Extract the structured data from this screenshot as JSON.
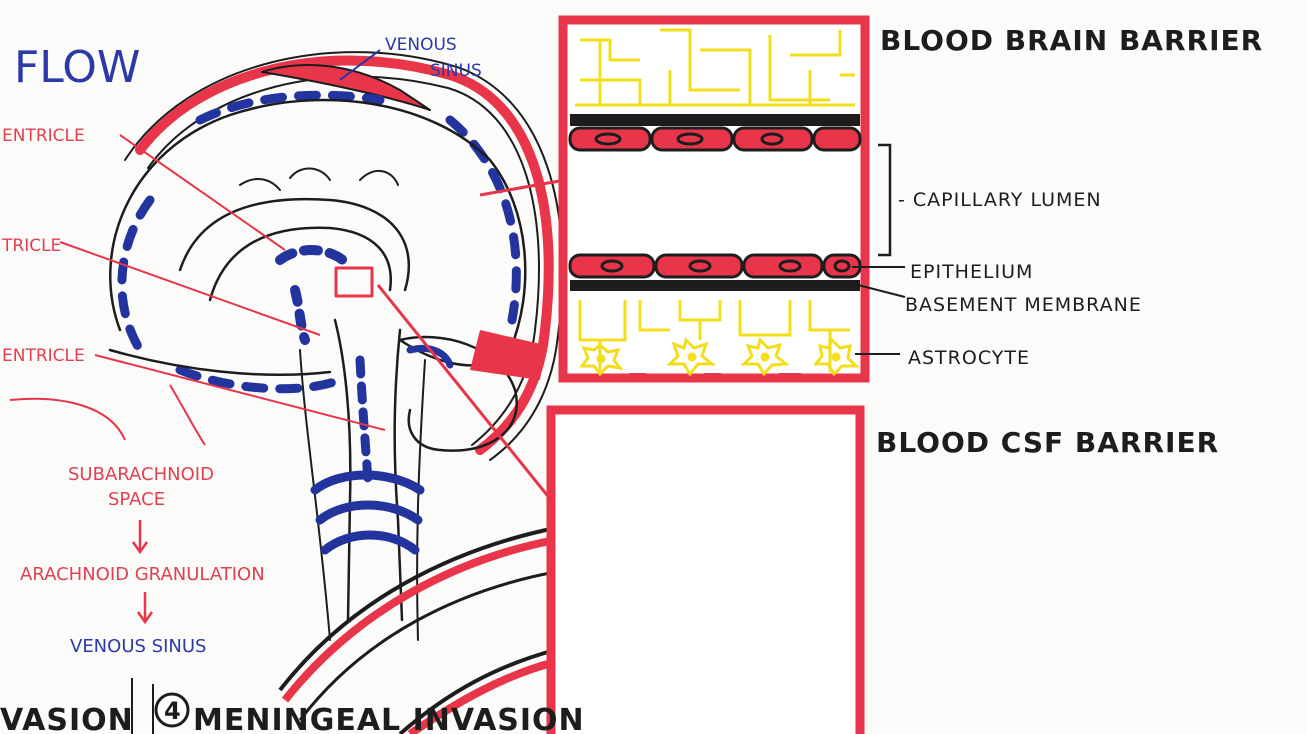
{
  "titles": {
    "flow": "FLOW",
    "bbb": "BLOOD BRAIN BARRIER",
    "bcsf": "BLOOD CSF BARRIER"
  },
  "brain_labels": {
    "venous_sinus_top": [
      "VENOUS",
      "SINUS"
    ],
    "ventricle_1": "ENTRICLE",
    "ventricle_2": "TRICLE",
    "ventricle_3": "ENTRICLE"
  },
  "flow_steps": {
    "subarachnoid": [
      "SUBARACHNOID",
      "SPACE"
    ],
    "arachnoid_granulation": "ARACHNOID GRANULATION",
    "venous_sinus": "VENOUS SINUS"
  },
  "bbb_labels": {
    "capillary_lumen": "- CAPILLARY LUMEN",
    "epithelium": "EPITHELIUM",
    "basement_membrane": "BASEMENT MEMBRANE",
    "astrocyte": "ASTROCYTE"
  },
  "bottom": {
    "left_partial": "VASION",
    "step_number": "4",
    "meningeal": "MENINGEAL INVASION"
  },
  "colors": {
    "red": "#e8354a",
    "blue": "#24349e",
    "yellow": "#f2de1a",
    "ink": "#1d1d1d"
  }
}
